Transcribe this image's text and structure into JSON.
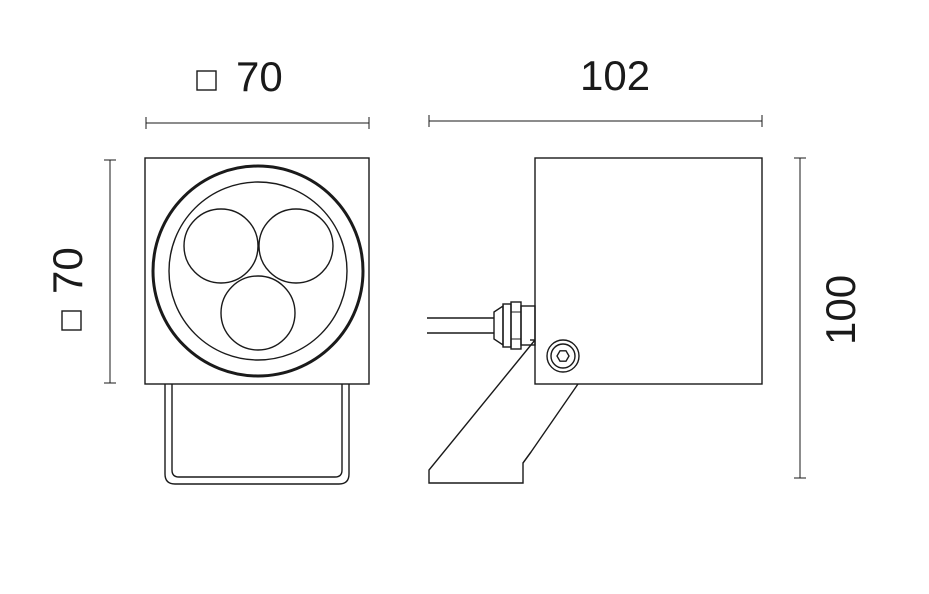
{
  "dimensions": {
    "front_width": {
      "symbol": "□",
      "value": "70"
    },
    "front_height": {
      "symbol": "□",
      "value": "70"
    },
    "side_depth": {
      "value": "102"
    },
    "side_height": {
      "value": "100"
    }
  },
  "colors": {
    "ink": "#1a1a1a",
    "background": "#ffffff"
  }
}
